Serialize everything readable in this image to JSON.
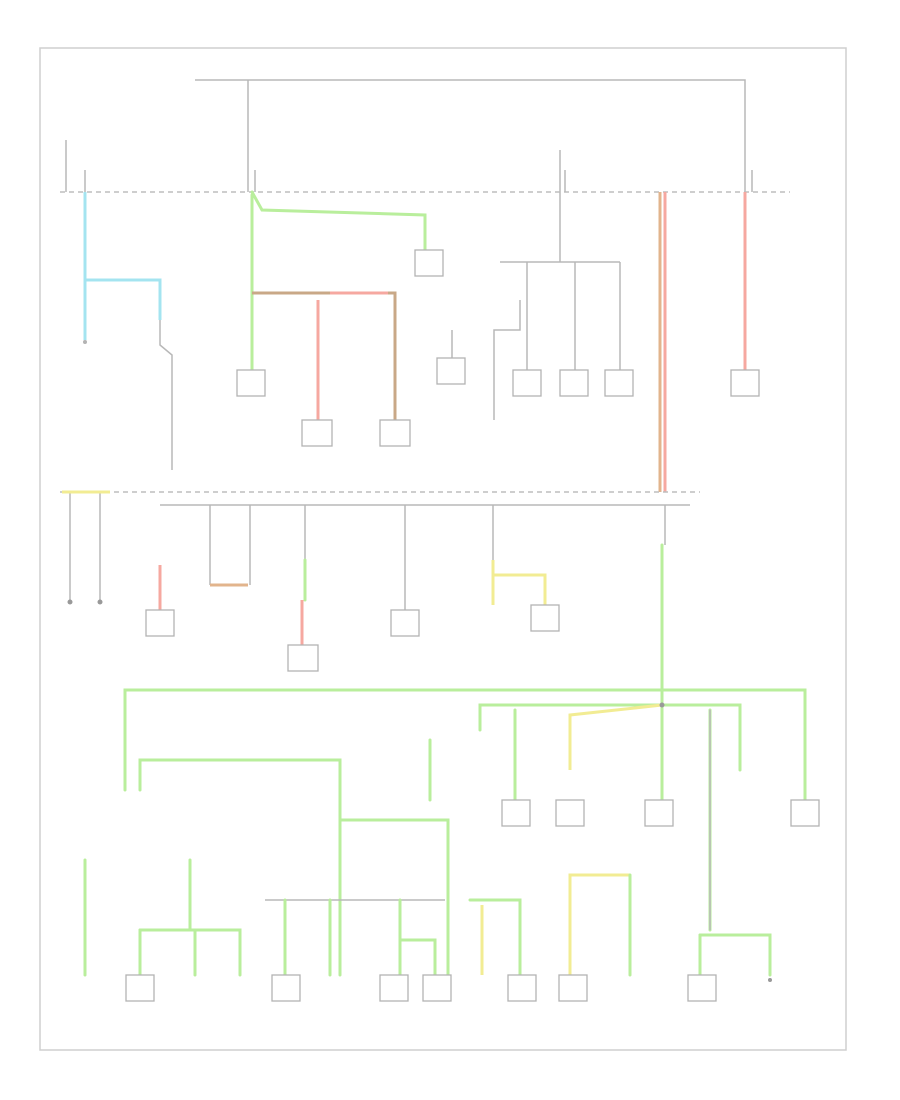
{
  "figure": {
    "footer_code": "",
    "note": ""
  },
  "colors": {
    "frame": "#cfcfcf",
    "wire_black": "#b8b8b8",
    "wire_light_green": "#b9ee9c",
    "wire_yellow": "#f2ec93",
    "wire_red": "#f6a8a0",
    "wire_orange": "#e2b48c",
    "wire_light_blue": "#a4e4f0",
    "wire_brown": "#c9a887",
    "component_outline": "#b3b3b3"
  },
  "icons": {
    "component": "rectangle-with-arc-top",
    "splice": "filled-dot",
    "ground": "short-tick",
    "fuse_bus": "dashed-line"
  }
}
